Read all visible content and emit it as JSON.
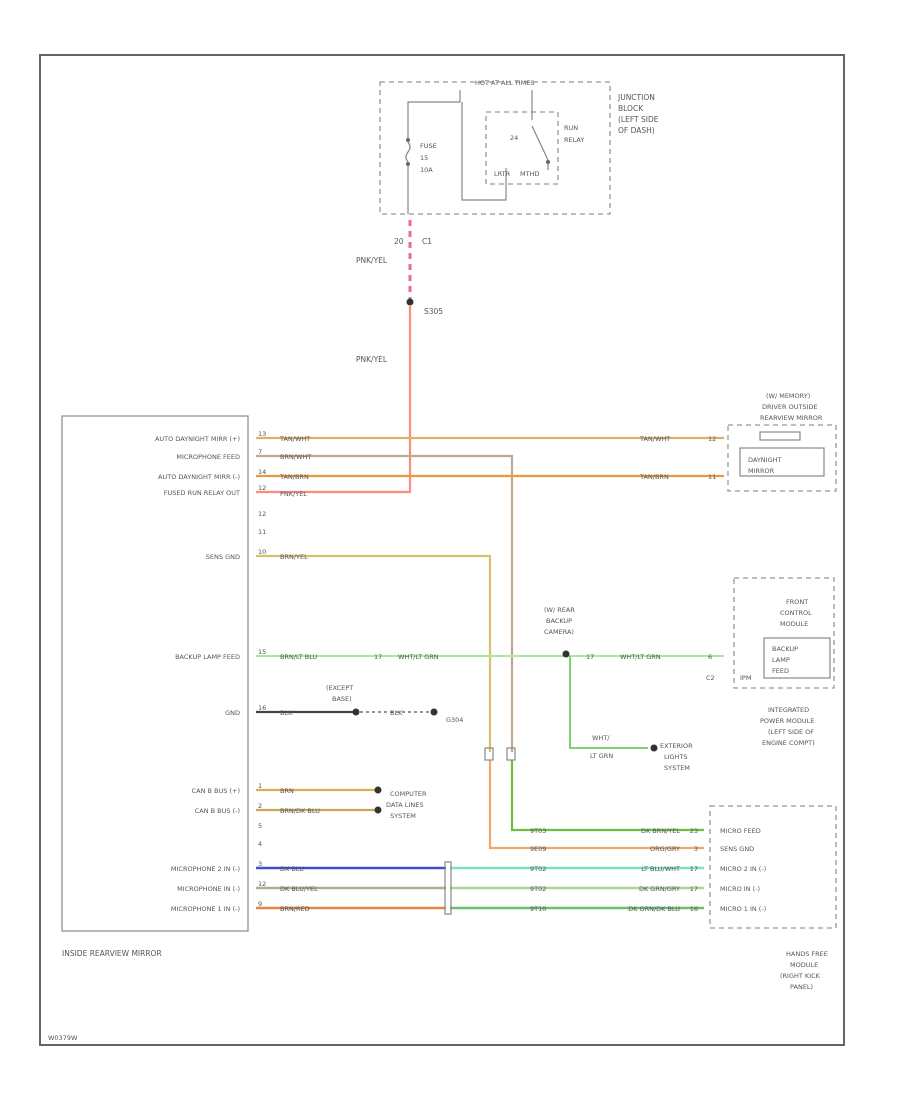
{
  "colors": {
    "pink_yel_a": "#f06a8a",
    "pink_yel_b": "#ff8a80",
    "tan_wht": "#d9b26a",
    "brn_wht": "#c0a890",
    "tan_brn": "#e89a3a",
    "brn_yel": "#d8c070",
    "wht_lt_grn": "#a8e8a0",
    "blk": "#444444",
    "dk_blu": "#3c4fd0",
    "dk_blu_yel": "#a8b090",
    "brn_red": "#e0884a",
    "lt_blu_wht": "#7fe0c8",
    "dk_grn_brn": "#6cc070",
    "grn": "#60c060"
  },
  "junction": {
    "title": "HOT AT ALL TIMES",
    "name": [
      "JUNCTION",
      "BLOCK",
      "(LEFT SIDE",
      "OF DASH)"
    ],
    "fuse_label": [
      "FUSE",
      "15",
      "10A"
    ],
    "relay_label": [
      "RUN",
      "RELAY"
    ],
    "relay_pins": [
      "24",
      "LRTR",
      "MTHD"
    ],
    "conn_pin": "20",
    "conn_id": "C1"
  },
  "main_wire": {
    "color_label_top": "PNK/YEL",
    "splice": "S305",
    "color_label_mid": "PNK/YEL"
  },
  "mirror": {
    "name": "INSIDE REARVIEW MIRROR",
    "pins": [
      {
        "label": "AUTO DAYNIGHT MIRR (+)",
        "pin": "13",
        "wire": "TAN/WHT"
      },
      {
        "label": "MICROPHONE FEED",
        "pin": "7",
        "wire": "BRN/WHT"
      },
      {
        "label": "AUTO DAYNIGHT MIRR (-)",
        "pin": "14",
        "wire": "TAN/BRN"
      },
      {
        "label": "FUSED RUN RELAY OUT",
        "pin": "12",
        "wire": "PNK/YEL"
      },
      {
        "label": "",
        "pin": "12",
        "wire": ""
      },
      {
        "label": "",
        "pin": "11",
        "wire": ""
      },
      {
        "label": "SENS GND",
        "pin": "10",
        "wire": "BRN/YEL"
      },
      {
        "label": "BACKUP LAMP FEED",
        "pin": "15",
        "wire": "BRN/LT BLU"
      },
      {
        "label": "GND",
        "pin": "16",
        "wire": "BLK"
      },
      {
        "label": "CAN B BUS (+)",
        "pin": "1",
        "wire": "BRN"
      },
      {
        "label": "CAN B BUS (-)",
        "pin": "2",
        "wire": "BRN/DK BLU"
      },
      {
        "label": "",
        "pin": "5",
        "wire": ""
      },
      {
        "label": "",
        "pin": "4",
        "wire": ""
      },
      {
        "label": "MICROPHONE 2 IN (-)",
        "pin": "3",
        "wire": "DK BLU"
      },
      {
        "label": "MICROPHONE IN (-)",
        "pin": "12",
        "wire": "DK BLU/YEL"
      },
      {
        "label": "MICROPHONE 1 IN (-)",
        "pin": "9",
        "wire": "BRN/RED"
      }
    ]
  },
  "memory": {
    "title": [
      "(W/ MEMORY)",
      "DRIVER OUTSIDE",
      "REARVIEW MIRROR"
    ],
    "inner": [
      "DAYNIGHT",
      "MIRROR"
    ],
    "wire1": "TAN/WHT",
    "pin1": "12",
    "wire2": "TAN/BRN",
    "pin2": "11"
  },
  "camera": {
    "label": [
      "(W/ REAR",
      "BACKUP",
      "CAMERA)"
    ],
    "left_wire": "BRN/LT BLU",
    "mid_wire": "WHT/LT GRN",
    "right_wire": "WHT/LT GRN",
    "left_pin": "17",
    "mid_pin": "17",
    "right_pin": "6",
    "conn": "C2"
  },
  "front_control": {
    "title": [
      "FRONT",
      "CONTROL",
      "MODULE"
    ],
    "inner": [
      "BACKUP",
      "LAMP",
      "FEED"
    ],
    "side": "IPM"
  },
  "ipm": [
    "INTEGRATED",
    "POWER MODULE",
    "(LEFT SIDE OF",
    "ENGINE COMPT)"
  ],
  "exterior": {
    "wire": [
      "WHT/",
      "LT GRN"
    ],
    "label": [
      "EXTERIOR",
      "LIGHTS",
      "SYSTEM"
    ]
  },
  "ground": {
    "except": [
      "(EXCEPT",
      "BASE)"
    ],
    "wire": "BLK",
    "wire2": "BLK",
    "pin": "16",
    "label": "G304"
  },
  "data_link": {
    "wire1": "BRN",
    "wire2": "BRN/DK BLU",
    "label": [
      "COMPUTER",
      "DATA LINES",
      "SYSTEM"
    ]
  },
  "hands_free": {
    "name": [
      "HANDS FREE",
      "MODULE",
      "(RIGHT KICK",
      "PANEL)"
    ],
    "pins": [
      {
        "label": "MICRO FEED",
        "wire": "DK BRN/YEL",
        "pin": "23",
        "left": "9T03"
      },
      {
        "label": "SENS GND",
        "wire": "ORG/GRY",
        "pin": "3",
        "left": "9E09"
      },
      {
        "label": "MICRO 2 IN (-)",
        "wire": "LT BLU/WHT",
        "pin": "17",
        "left": "9T02"
      },
      {
        "label": "MICRO IN (-)",
        "wire": "DK GRN/GRY",
        "pin": "17",
        "left": "9T02"
      },
      {
        "label": "MICRO 1 IN (-)",
        "wire": "DK GRN/DK BLU",
        "pin": "16",
        "left": "9T10"
      }
    ]
  },
  "footer_code": "W0379W"
}
